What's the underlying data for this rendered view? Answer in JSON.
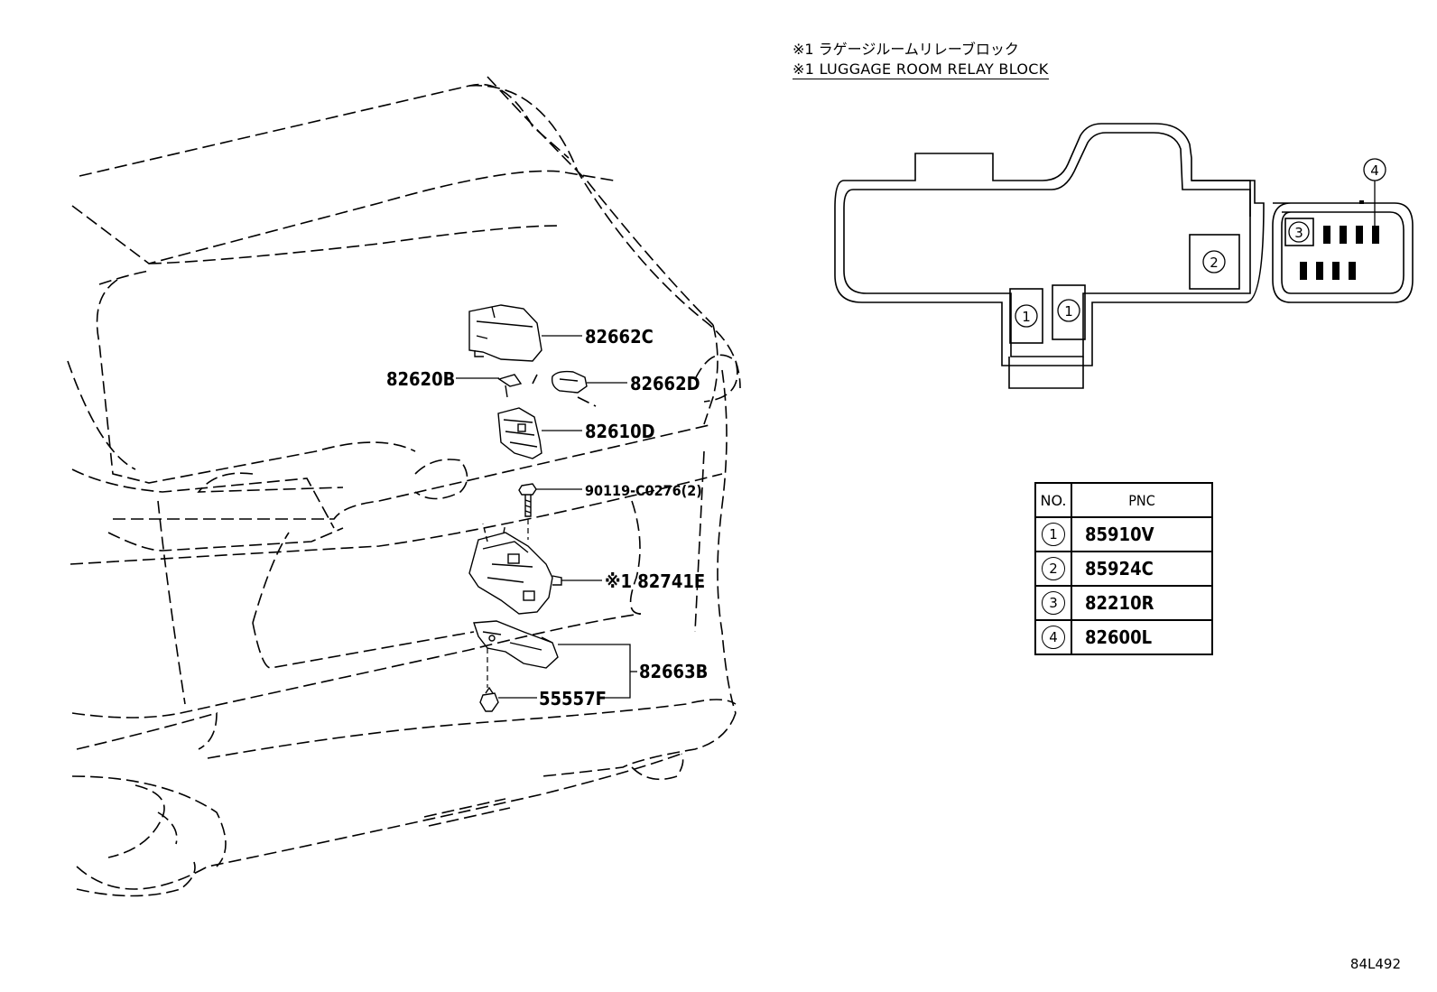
{
  "title": {
    "jp": "※1 ラゲージルームリレーブロック",
    "en": "※1 LUGGAGE ROOM RELAY BLOCK"
  },
  "parts": {
    "p82662C": "82662C",
    "p82620B": "82620B",
    "p82662D": "82662D",
    "p82610D": "82610D",
    "p90119": "90119-C0276(2)",
    "p82741E": "※1 82741E",
    "p82663B": "82663B",
    "p55557F": "55557F"
  },
  "block_markers": {
    "m1a": "1",
    "m1b": "1",
    "m2": "2",
    "m3": "3",
    "m4": "4"
  },
  "table": {
    "headers": {
      "no": "NO.",
      "pnc": "PNC"
    },
    "rows": [
      {
        "no": "1",
        "pnc": "85910V"
      },
      {
        "no": "2",
        "pnc": "85924C"
      },
      {
        "no": "3",
        "pnc": "82210R"
      },
      {
        "no": "4",
        "pnc": "82600L"
      }
    ]
  },
  "diagram_code": "84L492"
}
